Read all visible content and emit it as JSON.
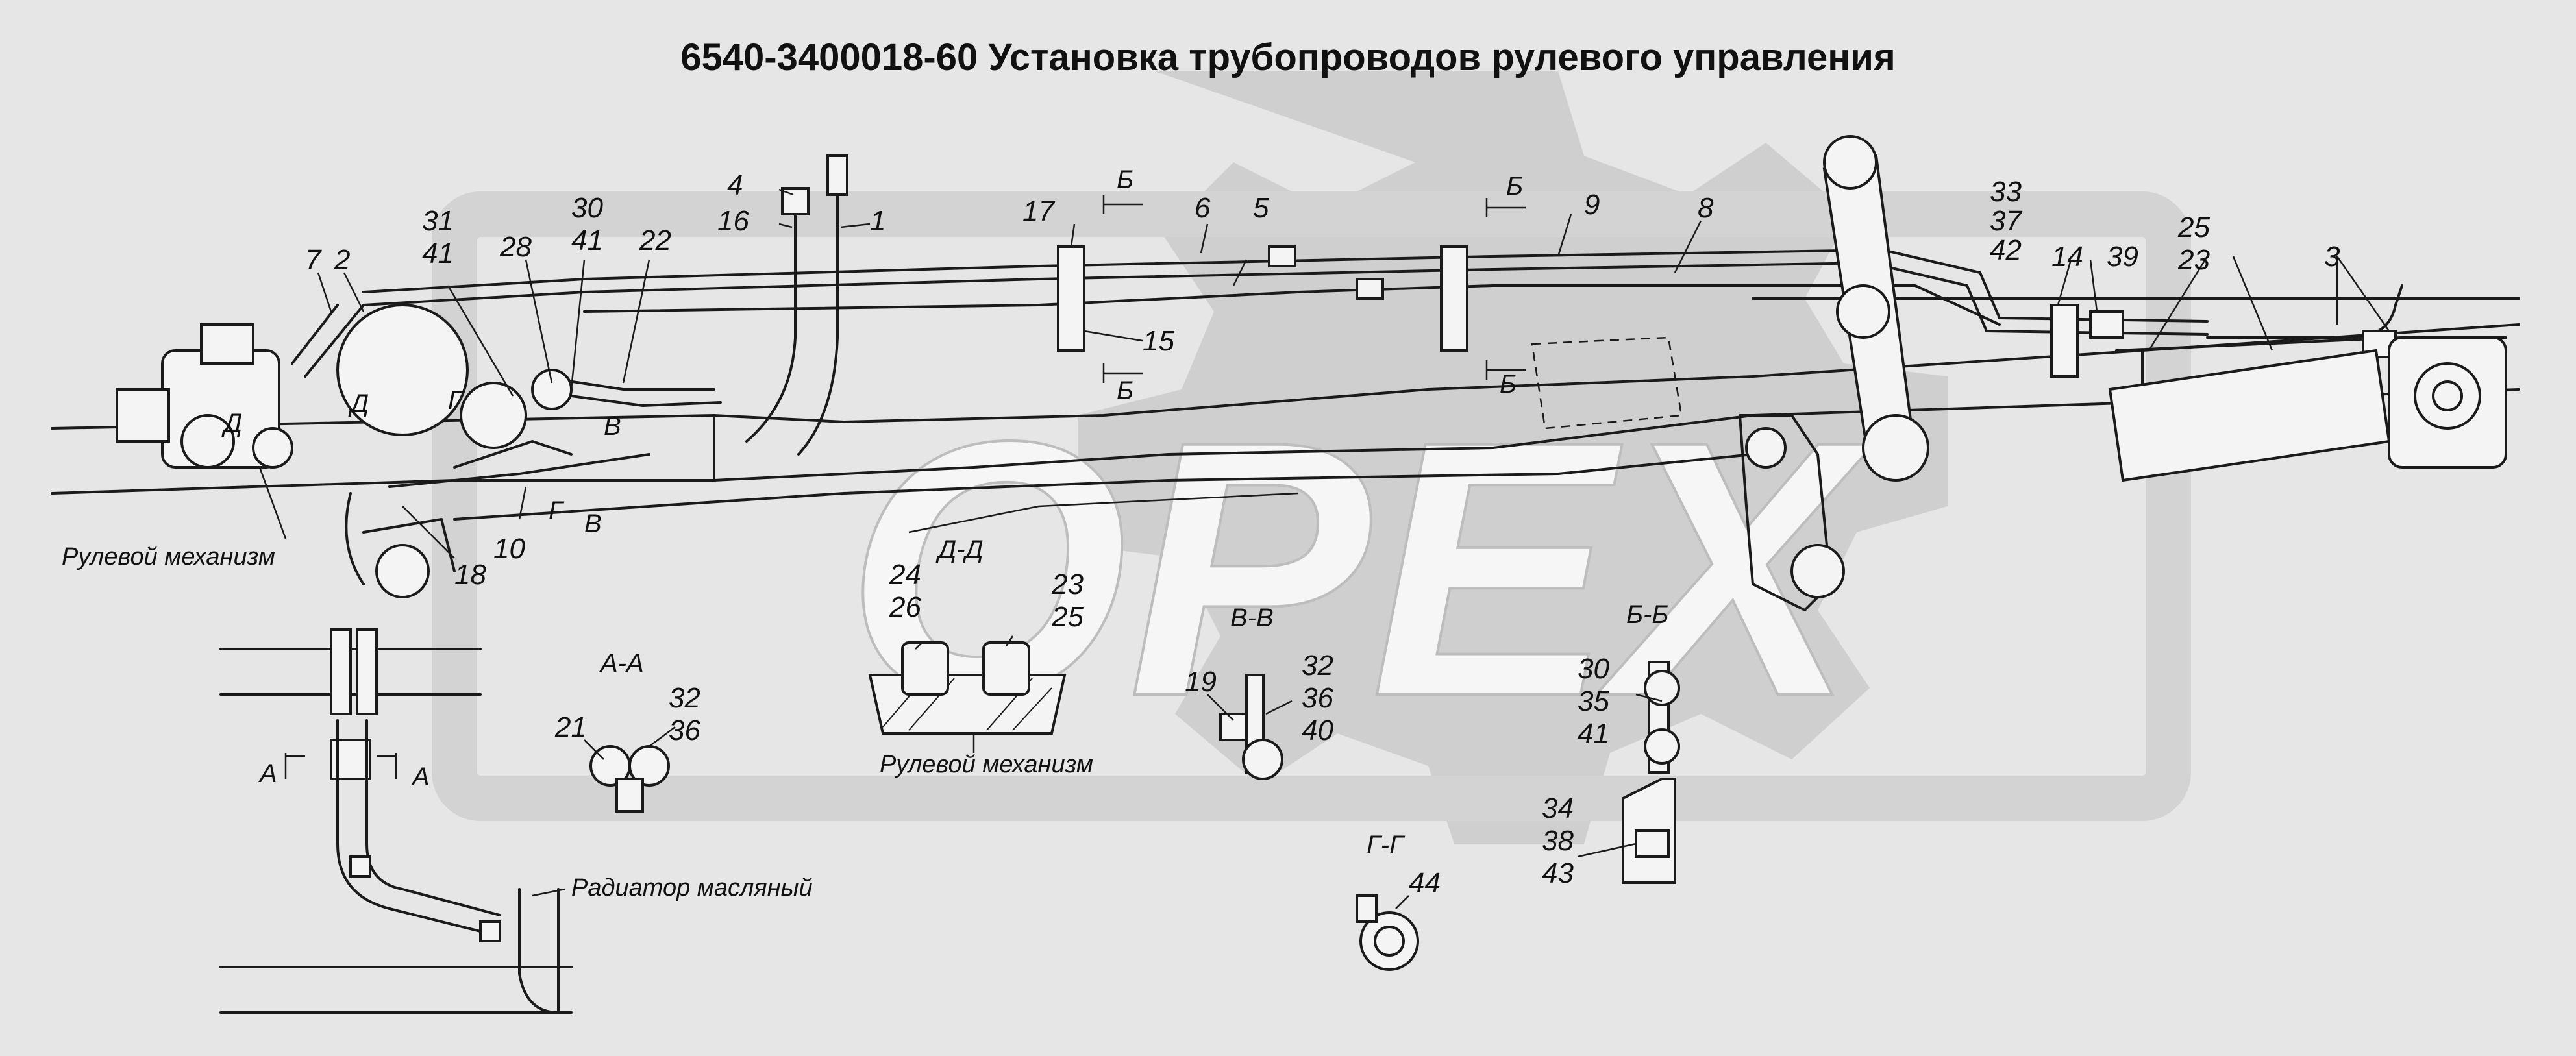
{
  "title": "6540-3400018-60 Установка трубопроводов рулевого управления",
  "watermark": "OPEX",
  "colors": {
    "background": "#e6e6e6",
    "watermark": "#cfcfcf",
    "ink": "#1a1a1a"
  },
  "labels": {
    "steering_gear": "Рулевой механизм",
    "steering_gear_2": "Рулевой механизм",
    "oil_radiator": "Радиатор масляный"
  },
  "sections": {
    "aa": "А-А",
    "bb": "Б-Б",
    "vv": "В-В",
    "gg": "Г-Г",
    "dd": "Д-Д"
  },
  "cut_marks": {
    "a1": "А",
    "a2": "А",
    "b1": "Б",
    "b2": "Б",
    "b3": "Б",
    "b4": "Б",
    "v1": "В",
    "v2": "В",
    "g1": "Г",
    "g2": "Г",
    "d1": "Д",
    "d2": "Д"
  },
  "callouts": [
    "4",
    "16",
    "1",
    "31",
    "41",
    "28",
    "30",
    "41",
    "22",
    "7",
    "2",
    "17",
    "6",
    "5",
    "15",
    "9",
    "8",
    "33",
    "37",
    "42",
    "14",
    "39",
    "25",
    "23",
    "3",
    "18",
    "10",
    "24",
    "26",
    "23",
    "25",
    "32",
    "36",
    "21",
    "19",
    "32",
    "36",
    "40",
    "30",
    "35",
    "41",
    "34",
    "38",
    "43",
    "44"
  ]
}
